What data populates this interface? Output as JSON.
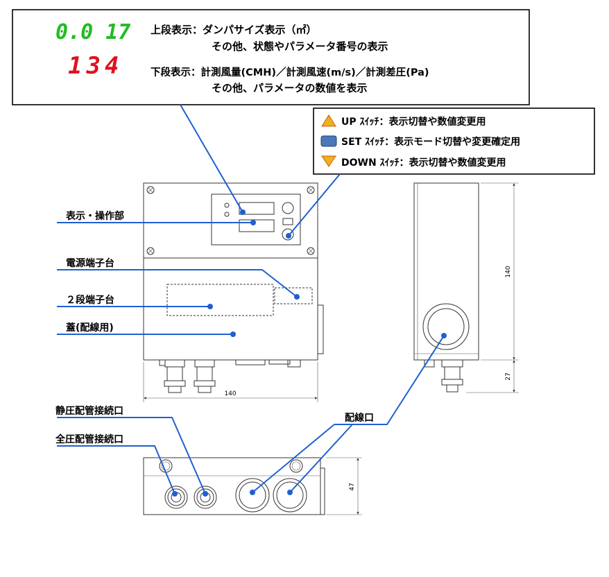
{
  "display_box": {
    "upper_value": "0.0 17",
    "lower_value": "134",
    "upper_heading": "上段表示：ダンパサイズ表示（㎡）",
    "upper_sub": "その他、状態やパラメータ番号の表示",
    "lower_heading": "下段表示：計測風量(CMH)／計測風速(m/s)／計測差圧(Pa)",
    "lower_sub": "その他、パラメータの数値を表示",
    "upper_color": "#22bb22",
    "lower_color": "#e01020"
  },
  "switch_box": {
    "up": "UP ｽｲｯﾁ：表示切替や数値変更用",
    "set": "SET ｽｲｯﾁ：表示モード切替や変更確定用",
    "down": "DOWN ｽｲｯﾁ：表示切替や数値変更用",
    "up_color": "#f0b020",
    "set_color": "#4a78b8",
    "down_color": "#f0b020"
  },
  "labels": {
    "display_ops": "表示・操作部",
    "power_terminal": "電源端子台",
    "two_stage_terminal": "２段端子台",
    "cover": "蓋(配線用)",
    "static_port": "静圧配管接続口",
    "total_port": "全圧配管接続口",
    "wiring_port": "配線口"
  },
  "dimensions": {
    "front_width": "140",
    "side_height": "140",
    "side_bottom": "27",
    "bottom_height": "47"
  },
  "colors": {
    "leader": "#1f5fd0"
  }
}
